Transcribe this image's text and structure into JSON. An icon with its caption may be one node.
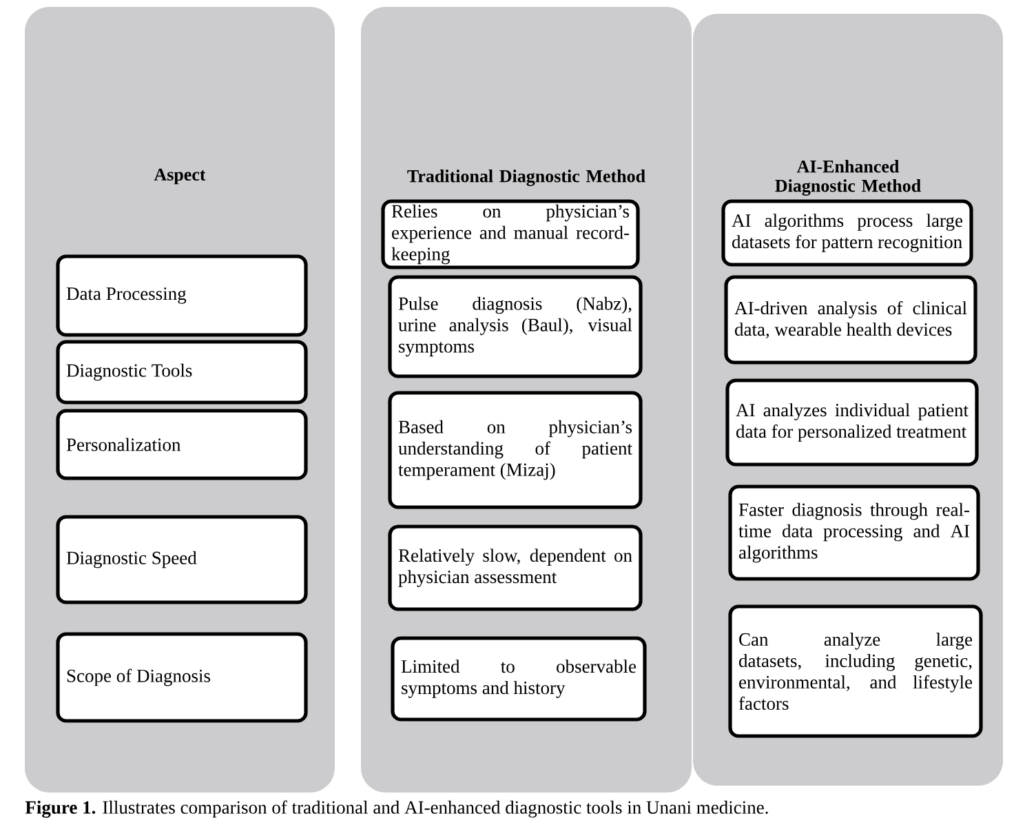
{
  "diagram": {
    "caption": "**Figure 1.** Illustrates comparison of traditional and AI-enhanced diagnostic tools in Unani medicine.",
    "nodes": [
      {
        "text": [
          "Aspect"
        ]
      },
      {
        "text": [
          "Data Processing"
        ],
        "in": 0
      },
      {
        "text": [
          "Diagnostic Tools"
        ],
        "in": 0
      },
      {
        "text": [
          "Personalization"
        ],
        "in": 0
      },
      {
        "text": [
          "Diagnostic Speed"
        ],
        "in": 0
      },
      {
        "text": [
          "Scope of Diagnosis"
        ],
        "in": 0
      },
      {
        "text": [
          "Traditional Diagnostic Method"
        ]
      },
      {
        "text": [
          "Relies on physician’s experience and manual record-keeping"
        ],
        "in": 6
      },
      {
        "text": [
          "Pulse diagnosis (Nabz), urine analysis (Baul), visual symptoms"
        ],
        "in": 6
      },
      {
        "text": [
          "Based on physician’s understanding of patient temperament (Mizaj)"
        ],
        "in": 6
      },
      {
        "text": [
          "Relatively slow, dependent on physician assessment"
        ],
        "in": 6
      },
      {
        "text": [
          "Limited to observable symptoms and history"
        ],
        "in": 6
      },
      {
        "text": [
          "AI-Enhanced Diagnostic Method"
        ]
      },
      {
        "text": [
          "AI algorithms process large datasets for pattern recognition"
        ],
        "in": 12
      },
      {
        "text": [
          "AI-driven analysis of clinical data, wearable health devices"
        ],
        "in": 12
      },
      {
        "text": [
          "AI analyzes individual patient data for personalized treatment"
        ],
        "in": 12
      },
      {
        "text": [
          "Faster diagnosis through real-time data processing and AI algorithms"
        ],
        "in": 12
      },
      {
        "text": [
          "Can analyze large datasets, including genetic, environmental, and lifestyle factors"
        ],
        "in": 12
      }
    ]
  }
}
